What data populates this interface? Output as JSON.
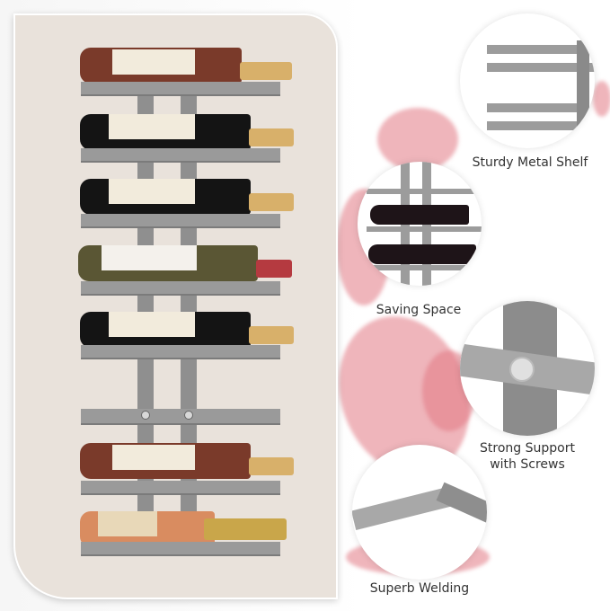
{
  "product": {
    "rack_rows": 8,
    "bottles": [
      {
        "row": 1,
        "body_color": "#7a3a2a",
        "cap_color": "#d8b06a"
      },
      {
        "row": 2,
        "body_color": "#141414",
        "cap_color": "#d8b06a"
      },
      {
        "row": 3,
        "body_color": "#141414",
        "cap_color": "#d8b06a"
      },
      {
        "row": 4,
        "body_color": "#5a5634",
        "cap_color": "#b53a40"
      },
      {
        "row": 5,
        "body_color": "#141414",
        "cap_color": "#d8b06a"
      },
      {
        "row": 6,
        "body_color": null,
        "cap_color": null
      },
      {
        "row": 7,
        "body_color": "#7a3a2a",
        "cap_color": "#d8b06a"
      },
      {
        "row": 8,
        "body_color": "#d98c60",
        "cap_color": "#c9a64a"
      }
    ]
  },
  "features": [
    {
      "id": "sturdy",
      "label": "Sturdy Metal Shelf"
    },
    {
      "id": "saving",
      "label": "Saving Space"
    },
    {
      "id": "support",
      "label_line1": "Strong Support",
      "label_line2": "with Screws"
    },
    {
      "id": "welding",
      "label": "Superb Welding"
    }
  ],
  "colors": {
    "panel_bg": "#e9e2db",
    "metal": "#9a9a9a",
    "wine_splash": "#e27884"
  }
}
